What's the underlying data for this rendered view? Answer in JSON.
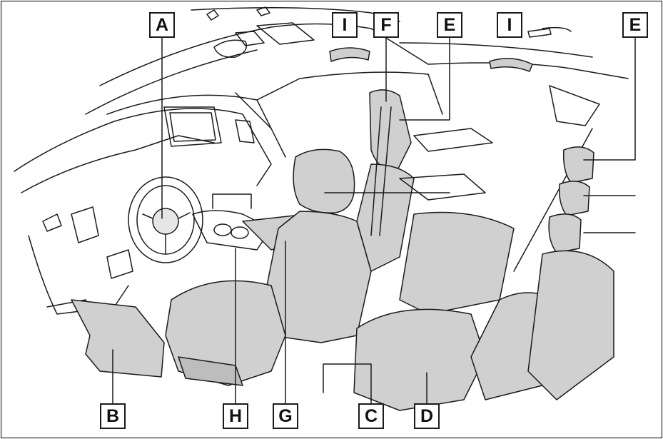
{
  "diagram": {
    "labels": {
      "A": "A",
      "B": "B",
      "C": "C",
      "D": "D",
      "E": "E",
      "F": "F",
      "G": "G",
      "H": "H",
      "I": "I"
    },
    "colors": {
      "line": "#1a1a1a",
      "fill": "#d0d0d0",
      "background": "#ffffff"
    }
  }
}
